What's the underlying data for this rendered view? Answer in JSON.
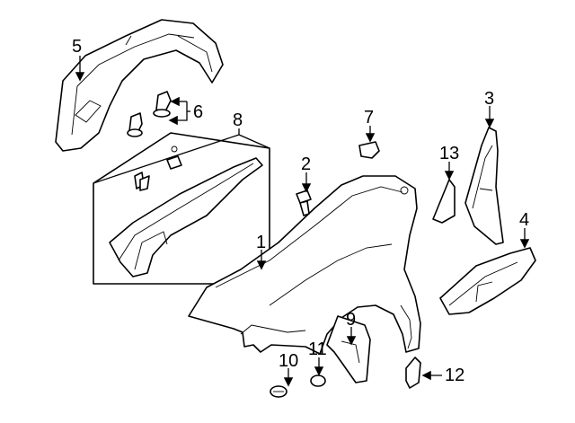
{
  "diagram": {
    "callouts": [
      {
        "id": "1",
        "text": "1"
      },
      {
        "id": "2",
        "text": "2"
      },
      {
        "id": "3",
        "text": "3"
      },
      {
        "id": "4",
        "text": "4"
      },
      {
        "id": "5",
        "text": "5"
      },
      {
        "id": "6",
        "text": "6"
      },
      {
        "id": "7",
        "text": "7"
      },
      {
        "id": "8",
        "text": "8"
      },
      {
        "id": "9",
        "text": "9"
      },
      {
        "id": "10",
        "text": "10"
      },
      {
        "id": "11",
        "text": "11"
      },
      {
        "id": "12",
        "text": "12"
      },
      {
        "id": "13",
        "text": "13"
      }
    ],
    "colors": {
      "line": "#000000",
      "background": "#ffffff",
      "shade": "#d9d9d9"
    }
  }
}
